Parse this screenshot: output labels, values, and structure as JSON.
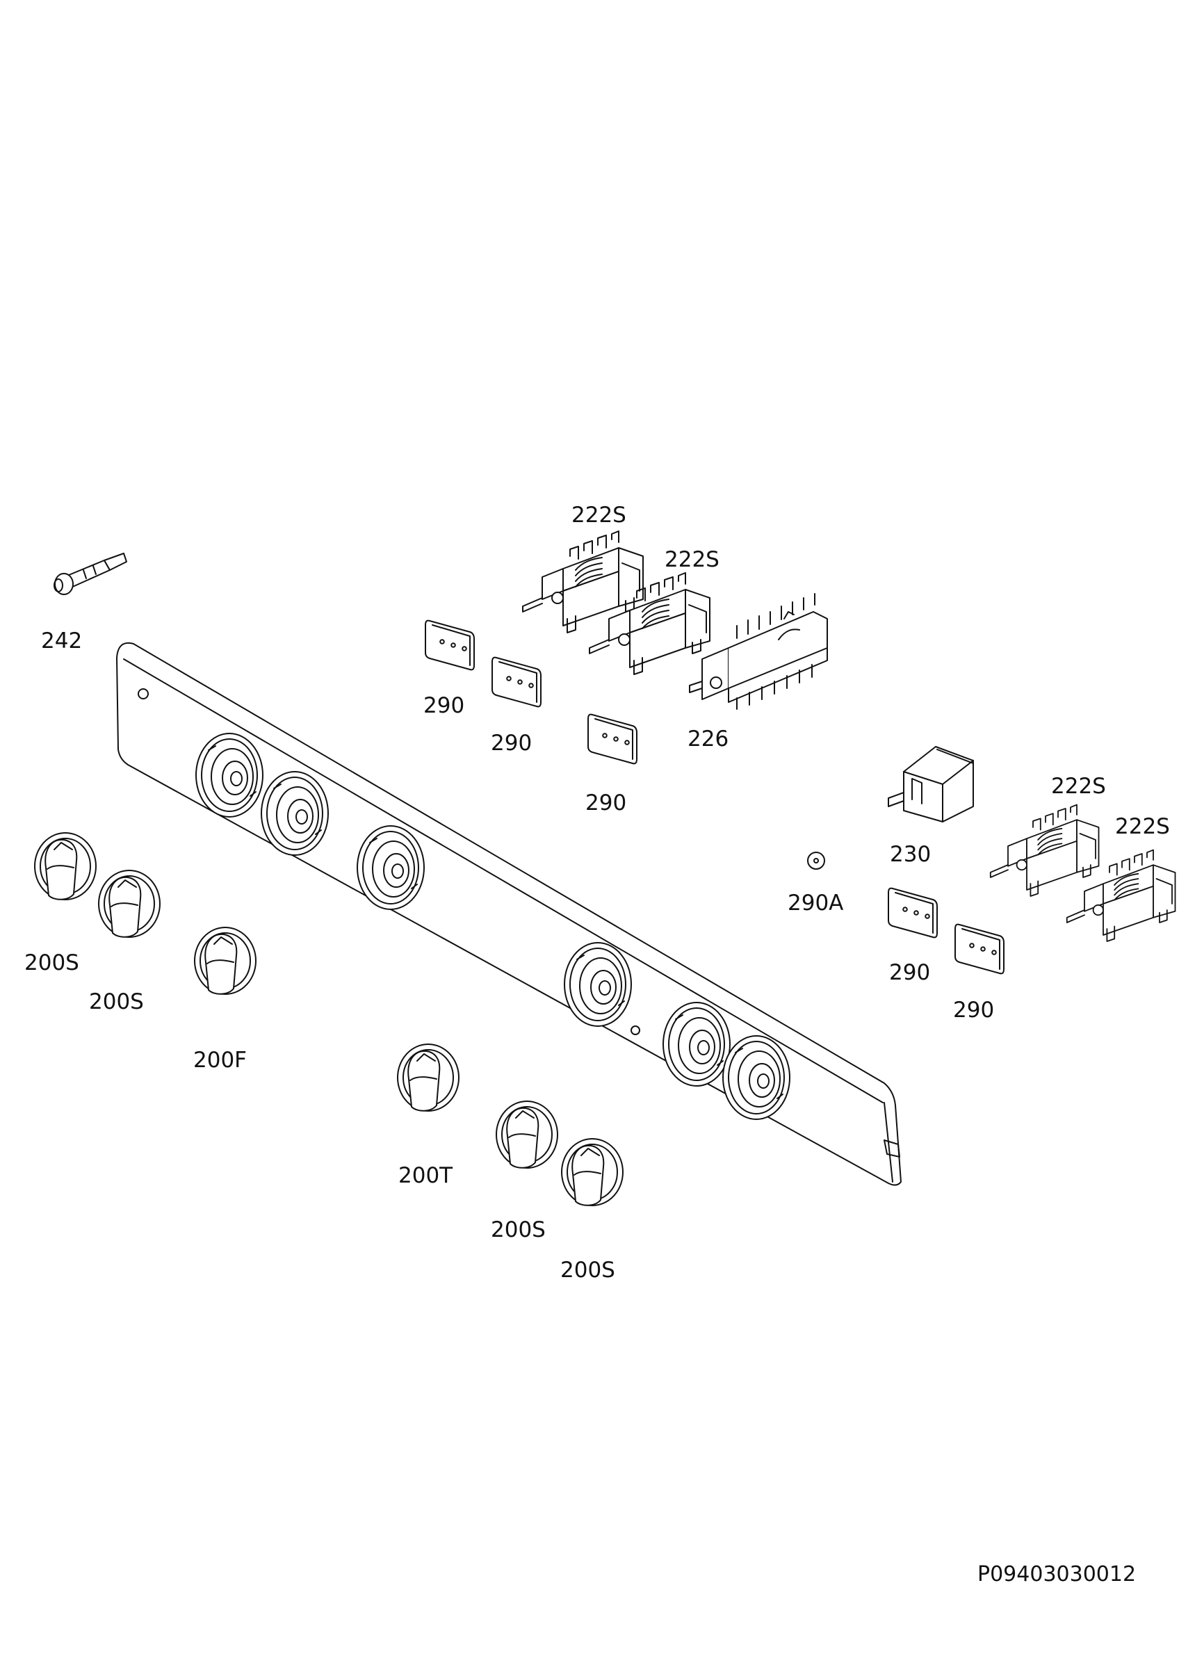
{
  "labels": {
    "l242": "242",
    "l222s_1": "222S",
    "l222s_2": "222S",
    "l222s_3": "222S",
    "l222s_4": "222S",
    "l226": "226",
    "l230": "230",
    "l290_1": "290",
    "l290_2": "290",
    "l290_3": "290",
    "l290_4": "290",
    "l290_5": "290",
    "l290a": "290A",
    "l200s_1": "200S",
    "l200s_2": "200S",
    "l200s_3": "200S",
    "l200s_4": "200S",
    "l200f": "200F",
    "l200t": "200T"
  },
  "drawing_code": "P09403030012"
}
